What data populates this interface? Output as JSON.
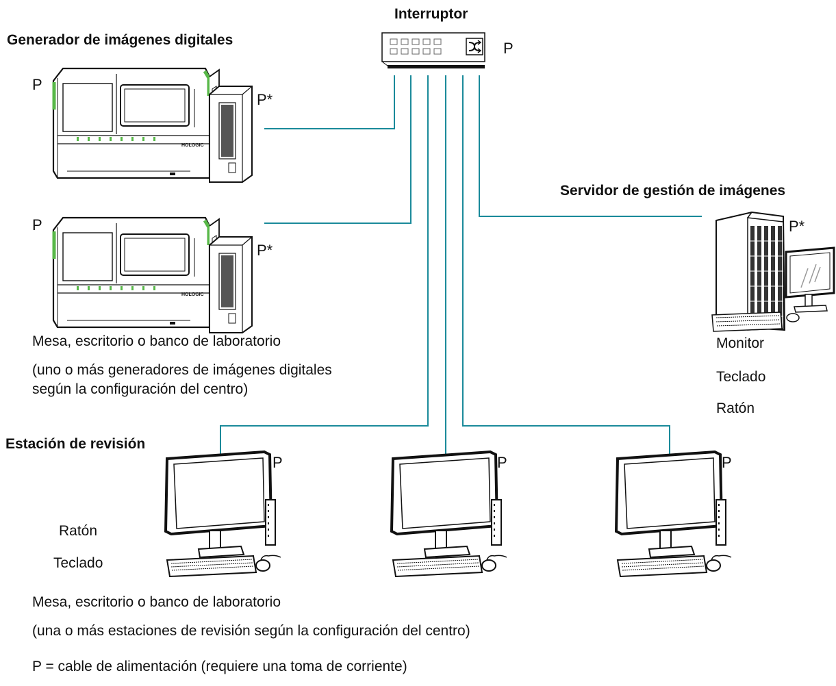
{
  "colors": {
    "cable": "#1a8a9a",
    "accent": "#58b848",
    "line": "#111111"
  },
  "switch": {
    "title": "Interruptor",
    "power": "P",
    "icon": "shuffle-icon"
  },
  "imagers": {
    "title": "Generador de imágenes digitales",
    "unit1": {
      "power": "P",
      "computer_power": "P*",
      "brand": "HOLOGIC"
    },
    "unit2": {
      "power": "P",
      "computer_power": "P*",
      "brand": "HOLOGIC"
    },
    "table_note": "Mesa, escritorio o banco de laboratorio",
    "config_note_line1": "(uno o más generadores de imágenes digitales",
    "config_note_line2": "según la configuración del centro)"
  },
  "server": {
    "title": "Servidor de gestión de imágenes",
    "power": "P*",
    "components": [
      "Monitor",
      "Teclado",
      "Ratón"
    ]
  },
  "review": {
    "title": "Estación de revisión",
    "stations": [
      {
        "power": "P"
      },
      {
        "power": "P"
      },
      {
        "power": "P"
      }
    ],
    "mouse_label": "Ratón",
    "keyboard_label": "Teclado",
    "table_note": "Mesa, escritorio o banco de laboratorio",
    "config_note": "(una o más estaciones de revisión según la configuración del centro)"
  },
  "legend": "P = cable de alimentación (requiere una toma de corriente)"
}
